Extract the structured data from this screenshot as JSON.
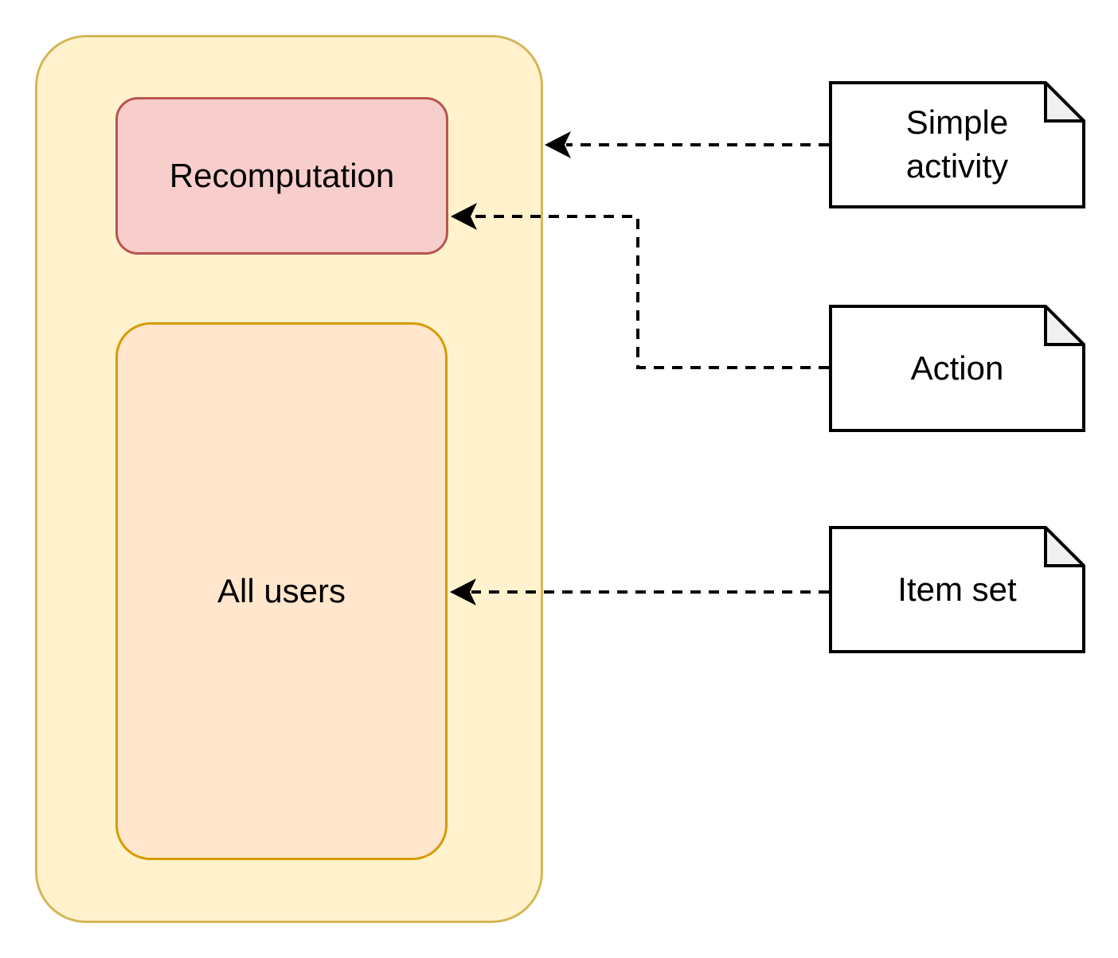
{
  "diagram": {
    "background_color": "#FFFFFF",
    "container": {
      "label": "",
      "fill": "#FFF2CC",
      "border_color": "#D6B656"
    },
    "nodes": [
      {
        "label": "Recomputation",
        "fill": "#F8CECC",
        "border_color": "#B85450"
      },
      {
        "label": "All users",
        "fill": "#FFE6CC",
        "border_color": "#D79B00"
      }
    ],
    "notes": [
      {
        "label": "Simple activity",
        "fill": "#FFFFFF",
        "border_color": "#000000",
        "fold_fill": "#F0F0F0"
      },
      {
        "label": "Action",
        "fill": "#FFFFFF",
        "border_color": "#000000",
        "fold_fill": "#F0F0F0"
      },
      {
        "label": "Item set",
        "fill": "#FFFFFF",
        "border_color": "#000000",
        "fold_fill": "#F0F0F0"
      }
    ],
    "edges": [
      {
        "from": "Simple activity",
        "to": "container",
        "style": "dashed",
        "arrow": "filled-left"
      },
      {
        "from": "Action",
        "to": "Recomputation",
        "style": "dashed",
        "arrow": "filled-left"
      },
      {
        "from": "Item set",
        "to": "All users",
        "style": "dashed",
        "arrow": "filled-left"
      }
    ],
    "edge_color": "#000000"
  }
}
